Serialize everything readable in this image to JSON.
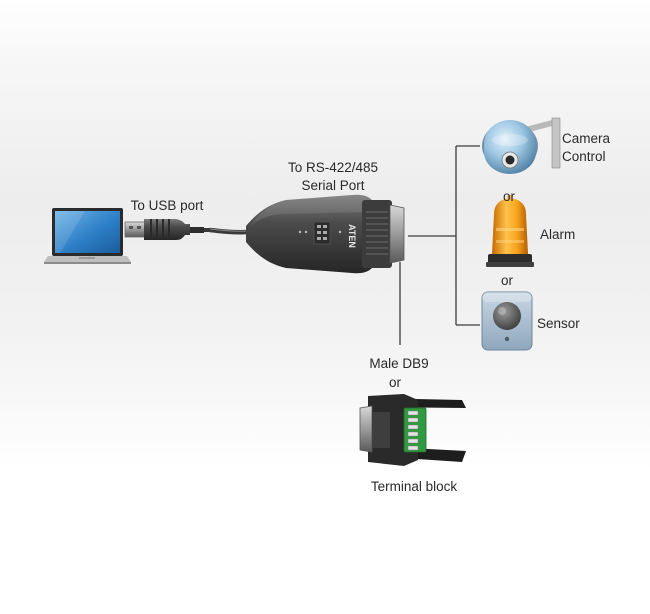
{
  "labels": {
    "usb_port": "To USB port",
    "serial_port_line1": "To RS-422/485",
    "serial_port_line2": "Serial Port",
    "camera_line1": "Camera",
    "camera_line2": "Control",
    "or_1": "or",
    "alarm": "Alarm",
    "or_2": "or",
    "sensor": "Sensor",
    "male_db9": "Male DB9",
    "or_3": "or",
    "terminal_block": "Terminal block"
  },
  "device_branding": "ATEN",
  "colors": {
    "cable": "#3a3a3a",
    "connector_body": "#4a4a4a",
    "line": "#3c3c3c",
    "alarm_amber": "#f29a17",
    "camera_blue": "#8fb8d4",
    "terminal_green": "#3aa24a"
  },
  "icons": [
    "laptop-icon",
    "usb-plug-icon",
    "usb-serial-adapter-icon",
    "camera-icon",
    "alarm-light-icon",
    "sensor-icon",
    "terminal-block-icon"
  ]
}
